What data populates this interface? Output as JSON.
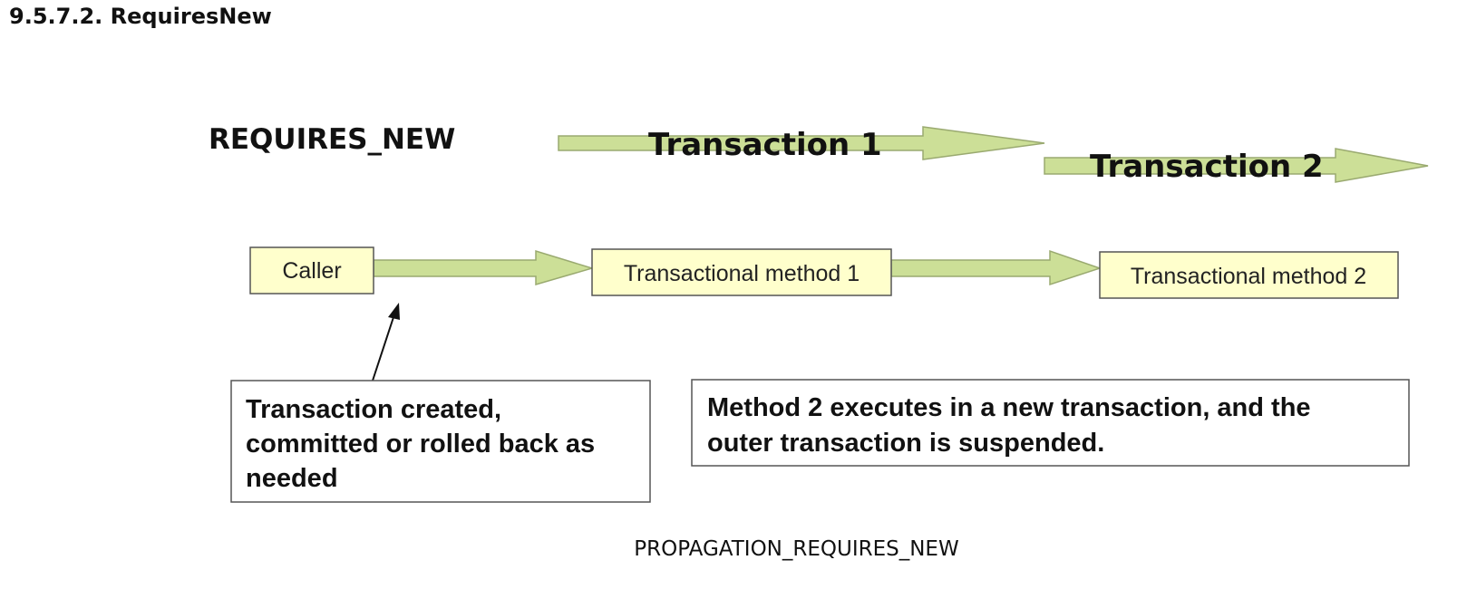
{
  "section": {
    "title": "9.5.7.2. RequiresNew"
  },
  "diagram": {
    "heading": "REQUIRES_NEW",
    "transactions": [
      "Transaction 1",
      "Transaction 2"
    ],
    "boxes": {
      "caller": "Caller",
      "method1": "Transactional method 1",
      "method2": "Transactional method 2"
    },
    "notes": {
      "left": [
        "Transaction created,",
        "committed or rolled back as",
        "needed"
      ],
      "right": [
        "Method 2 executes in a new transaction, and the",
        "outer transaction is suspended."
      ]
    },
    "colors": {
      "arrow_fill": "#ccdf97",
      "arrow_stroke": "#9aaa70",
      "box_fill": "#ffffcc",
      "box_stroke": "#555555"
    }
  },
  "caption": "PROPAGATION_REQUIRES_NEW"
}
